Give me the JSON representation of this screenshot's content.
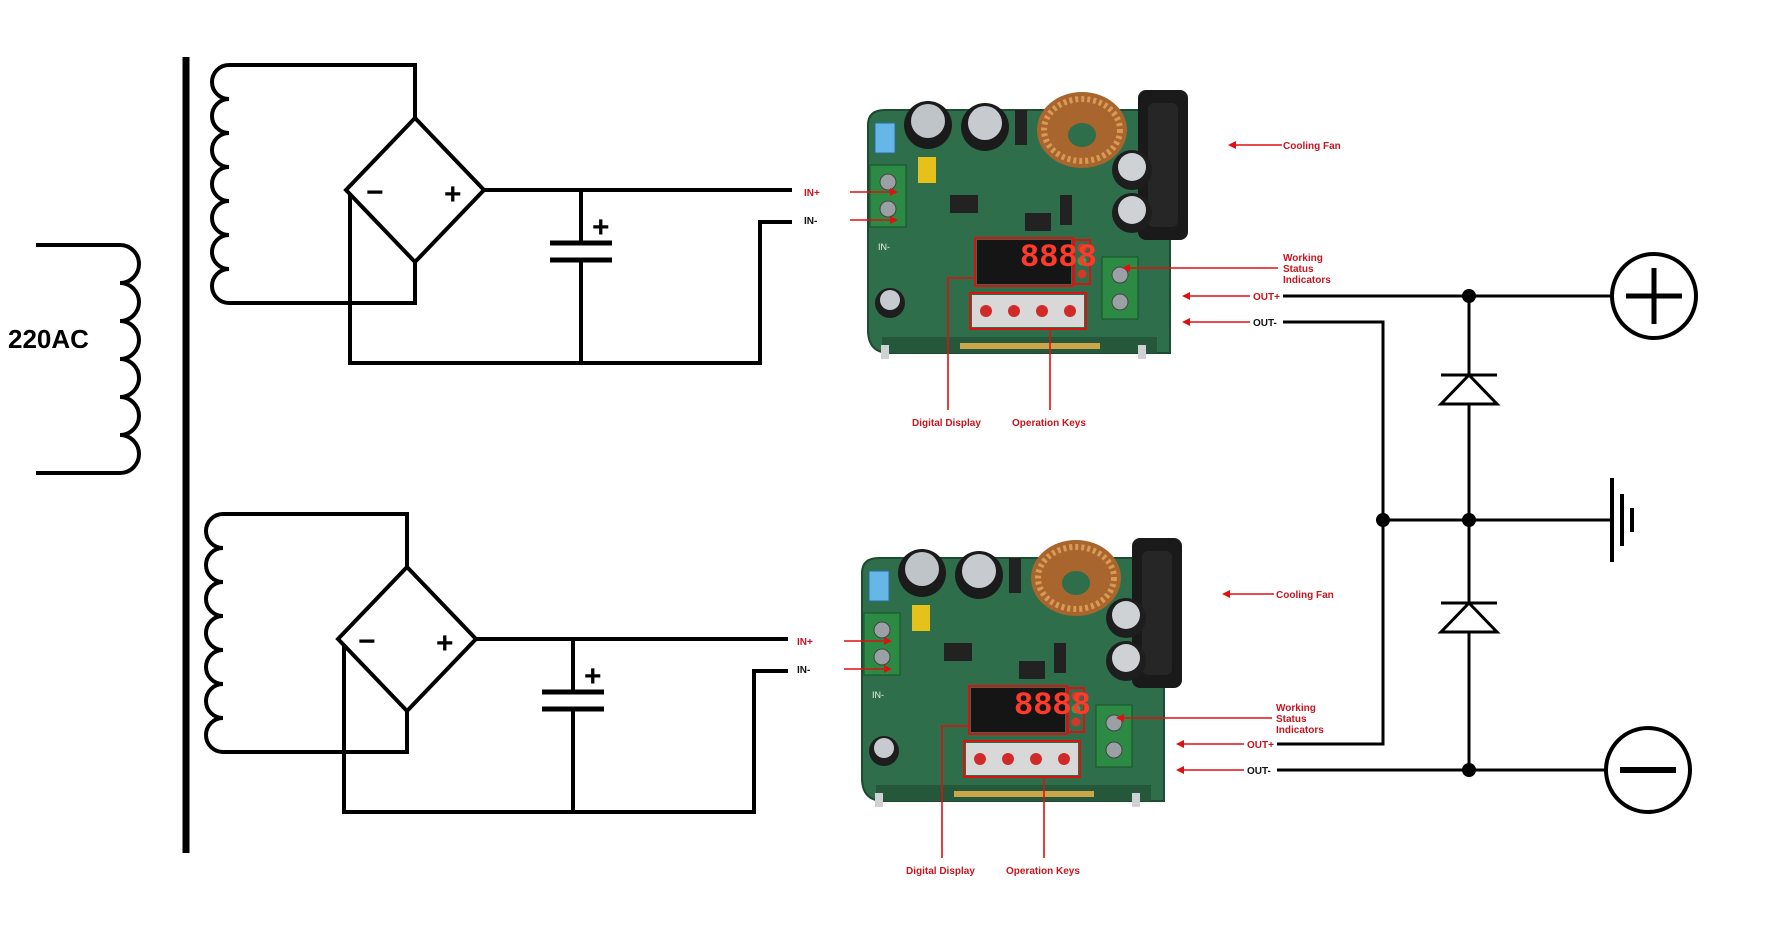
{
  "source_label": "220AC",
  "bridge_minus": "−",
  "bridge_plus": "+",
  "capacitor_plus": "+",
  "modules": [
    {
      "in_plus": "IN+",
      "in_minus": "IN-",
      "out_plus": "OUT+",
      "out_minus": "OUT-",
      "cooling_fan": "Cooling Fan",
      "status_line1": "Working",
      "status_line2": "Status",
      "status_line3": "Indicators",
      "digital_display": "Digital Display",
      "operation_keys": "Operation Keys",
      "pcb_silk": "IN-",
      "display_digits": "8888"
    },
    {
      "in_plus": "IN+",
      "in_minus": "IN-",
      "out_plus": "OUT+",
      "out_minus": "OUT-",
      "cooling_fan": "Cooling Fan",
      "status_line1": "Working",
      "status_line2": "Status",
      "status_line3": "Indicators",
      "digital_display": "Digital Display",
      "operation_keys": "Operation Keys",
      "pcb_silk": "IN-",
      "display_digits": "8888"
    }
  ],
  "colors": {
    "pcb": "#2f6e4a",
    "callout": "#d11111",
    "wire": "#000000"
  }
}
